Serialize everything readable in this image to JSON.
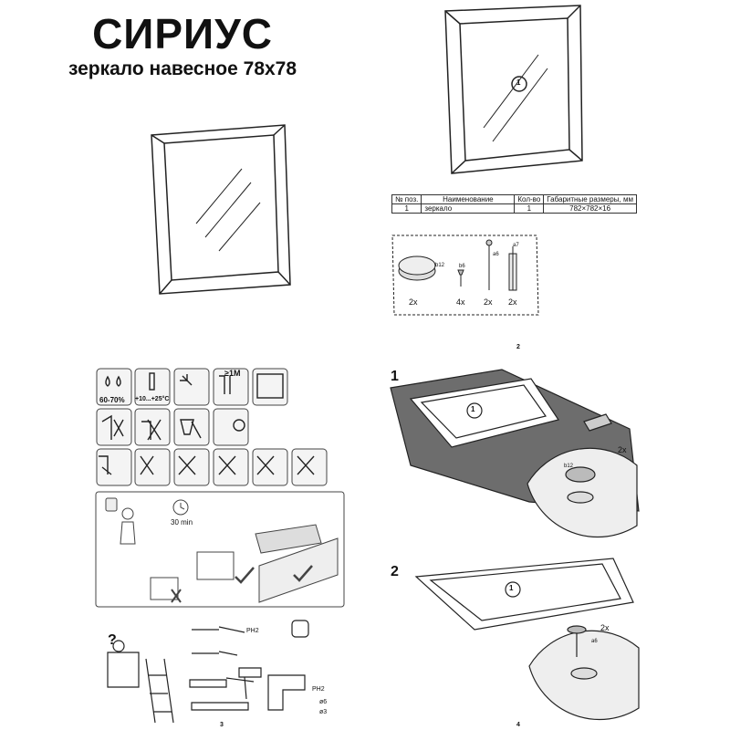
{
  "header": {
    "title": "СИРИУС",
    "subtitle": "зеркало навесное 78х78"
  },
  "parts_table": {
    "columns": [
      "№ поз.",
      "Наименование",
      "Кол-во",
      "Габаритные размеры, мм"
    ],
    "rows": [
      [
        "1",
        "зеркало",
        "1",
        "782×782×16"
      ]
    ]
  },
  "part_number": "1",
  "hardware": [
    {
      "code": "b12",
      "qty": "2x"
    },
    {
      "code": "b6",
      "qty": "4x"
    },
    {
      "code": "a6",
      "qty": "2x"
    },
    {
      "code": "a7",
      "qty": "2x"
    }
  ],
  "conditions": {
    "humidity": "60-70%",
    "temperature": "+10...+25°C",
    "distance": "≥1M",
    "time": "30 min"
  },
  "tools": {
    "screwdriver": "PH2",
    "drill_bit": "PH2",
    "drill_1": "ø6",
    "drill_2": "ø3"
  },
  "steps": [
    {
      "number": "1",
      "qty": "2x",
      "part_code": "b12"
    },
    {
      "number": "2",
      "qty": "2x",
      "part_code": "a6"
    }
  ],
  "page_numbers": [
    "2",
    "3",
    "4"
  ],
  "help_symbol": "?"
}
